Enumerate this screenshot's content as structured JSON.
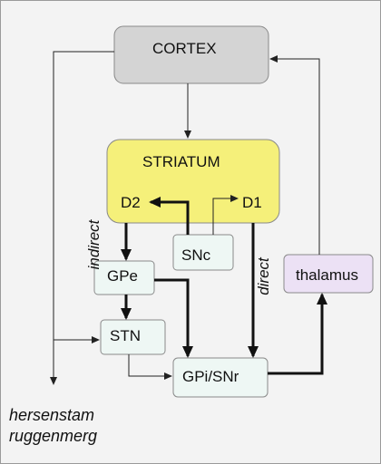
{
  "nodes": {
    "cortex": "CORTEX",
    "striatum": "STRIATUM",
    "d2": "D2",
    "d1": "D1",
    "snc": "SNc",
    "gpe": "GPe",
    "stn": "STN",
    "gpi_snr": "GPi/SNr",
    "thalamus": "thalamus"
  },
  "pathway_labels": {
    "indirect": "indirect",
    "direct": "direct"
  },
  "output_labels": {
    "line1": "hersenstam",
    "line2": "ruggenmerg"
  },
  "colors": {
    "cortex_fill": "#d4d4d4",
    "striatum_fill": "#f5f07a",
    "small_box_fill": "#eef7f4",
    "thalamus_fill": "#ece1f5",
    "background": "#f3f3f3"
  }
}
